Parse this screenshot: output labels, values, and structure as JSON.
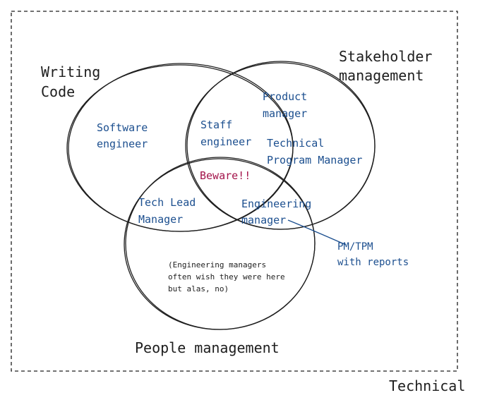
{
  "frame": {
    "label": "Technical"
  },
  "circles": {
    "writing_code": {
      "title_line1": "Writing",
      "title_line2": "Code"
    },
    "stakeholder": {
      "title_line1": "Stakeholder",
      "title_line2": "management"
    },
    "people": {
      "title": "People management"
    }
  },
  "roles": {
    "software_engineer": {
      "line1": "Software",
      "line2": "engineer"
    },
    "staff_engineer": {
      "line1": "Staff",
      "line2": "engineer"
    },
    "product_manager": {
      "line1": "Product",
      "line2": "manager"
    },
    "tpm": {
      "line1": "Technical",
      "line2": "Program Manager"
    },
    "beware": "Beware!!",
    "tech_lead_manager": {
      "line1": "Tech Lead",
      "line2": "Manager"
    },
    "engineering_manager": {
      "line1": "Engineering",
      "line2": "manager"
    },
    "pm_tpm_reports": {
      "line1": "PM/TPM",
      "line2": "with reports"
    }
  },
  "note": {
    "line1": "(Engineering managers",
    "line2": "often wish they were here",
    "line3": "but alas, no)"
  },
  "colors": {
    "ink": "#1e1e1e",
    "blue": "#1c4f8f",
    "red": "#a3134a"
  }
}
